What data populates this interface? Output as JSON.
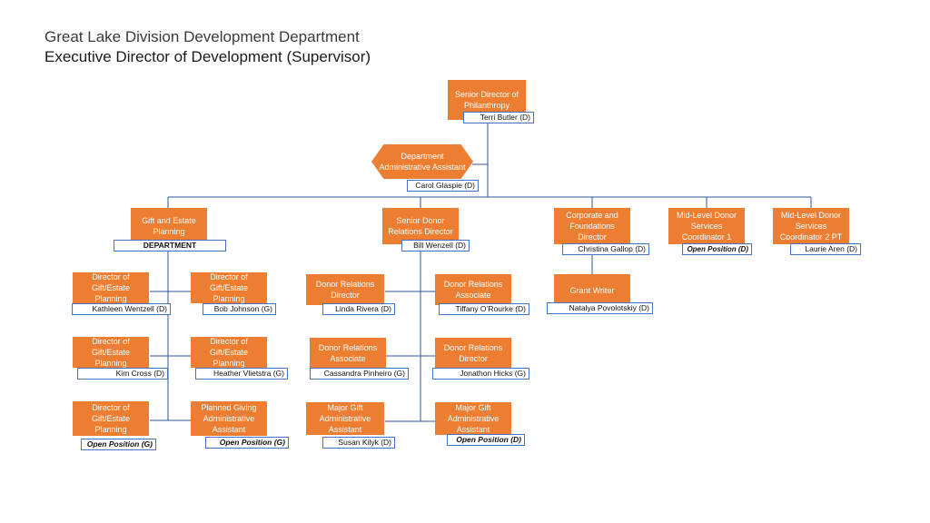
{
  "header": {
    "line1": "Great Lake Division Development Department",
    "line2": "Executive Director of Development (Supervisor)"
  },
  "colors": {
    "box": "#ED7D31",
    "line": "#2F5597",
    "name_border": "#4472C4"
  },
  "nodes": {
    "senior_director": {
      "title": "Senior Director of Philanthropy",
      "name": "Terri Butler (D)"
    },
    "dept_admin": {
      "title": "Department Administrative Assistant",
      "name": "Carol Glaspie (D)"
    },
    "gift_estate": {
      "title": "Gift and Estate Planning",
      "name": "DEPARTMENT"
    },
    "senior_donor": {
      "title": "Senior Donor Relations Director",
      "name": "Bill Wenzell (D)"
    },
    "corp_found": {
      "title": "Corporate and Foundations Director",
      "name": "Christina Gallop (D)"
    },
    "midlevel1": {
      "title": "Mid-Level Donor Services Coordinator 1",
      "name": "Open Position (D)"
    },
    "midlevel2": {
      "title": "Mid-Level Donor Services Coordinator 2 PT",
      "name": "Laurie Aren (D)"
    },
    "gep1": {
      "title": "Director of Gift/Estate Planning",
      "name": "Kathleen Wentzell (D)"
    },
    "gep2": {
      "title": "Director of Gift/Estate Planning",
      "name": "Bob Johnson (G)"
    },
    "gep3": {
      "title": "Director of Gift/Estate Planning",
      "name": "Kim Cross (D)"
    },
    "gep4": {
      "title": "Director of Gift/Estate Planning",
      "name": "Heather Vlietstra (G)"
    },
    "gep5": {
      "title": "Director of Gift/Estate Planning",
      "name": "Open Position (G)"
    },
    "pgaa": {
      "title": "Planned Giving Administrative Assistant",
      "name": "Open Position (G)"
    },
    "drd1": {
      "title": "Donor Relations Director",
      "name": "Linda Rivera (D)"
    },
    "dra1": {
      "title": "Donor Relations Associate",
      "name": "Tiffany O’Rourke (D)"
    },
    "dra2": {
      "title": "Donor Relations Associate",
      "name": "Cassandra Pinheiro (G)"
    },
    "drd2": {
      "title": "Donor Relations Director",
      "name": "Jonathon Hicks (G)"
    },
    "mgaa1": {
      "title": "Major Gift Administrative Assistant",
      "name": "Susan Kilyk (D)"
    },
    "mgaa2": {
      "title": "Major Gift Administrative Assistant",
      "name": "Open Position (D)"
    },
    "grant": {
      "title": "Grant Writer",
      "name": "Natalya Povolotskiy (D)"
    }
  }
}
